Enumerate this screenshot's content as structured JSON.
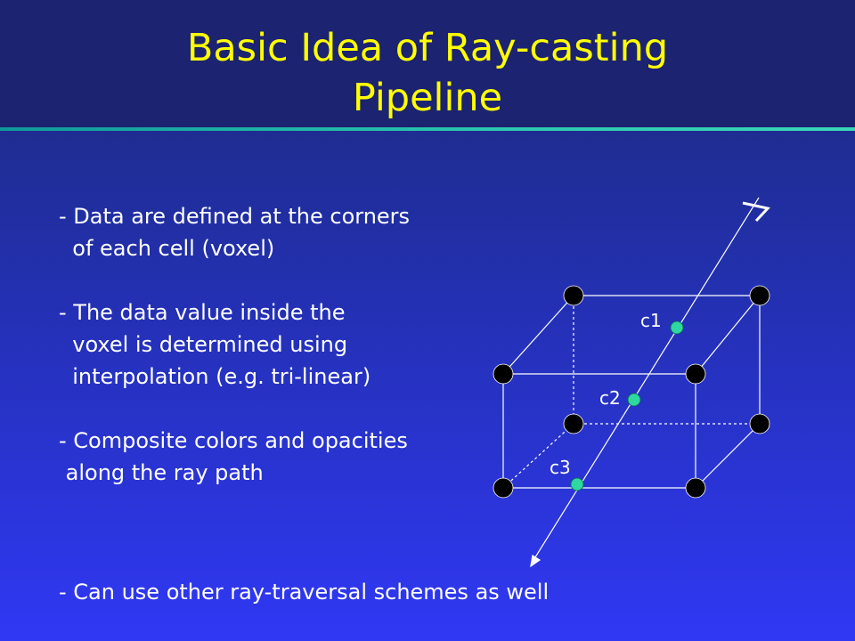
{
  "slide": {
    "title_line1": "Basic Idea of Ray-casting",
    "title_line2": "Pipeline",
    "bullets": [
      {
        "line1": "- Data are defined at the corners",
        "line2": "  of each cell (voxel)"
      },
      {
        "line1": "- The data value inside the",
        "line2": "  voxel is determined using",
        "line3": "  interpolation (e.g. tri-linear)"
      },
      {
        "line1": "- Composite colors and opacities",
        "line2": " along the ray path"
      }
    ],
    "bullet_last": "- Can use other ray-traversal schemes as well"
  },
  "diagram": {
    "labels": {
      "c1": "c1",
      "c2": "c2",
      "c3": "c3"
    },
    "colors": {
      "corner": "#000000",
      "sample": "#2ed8a0",
      "line": "#ffffff"
    }
  }
}
